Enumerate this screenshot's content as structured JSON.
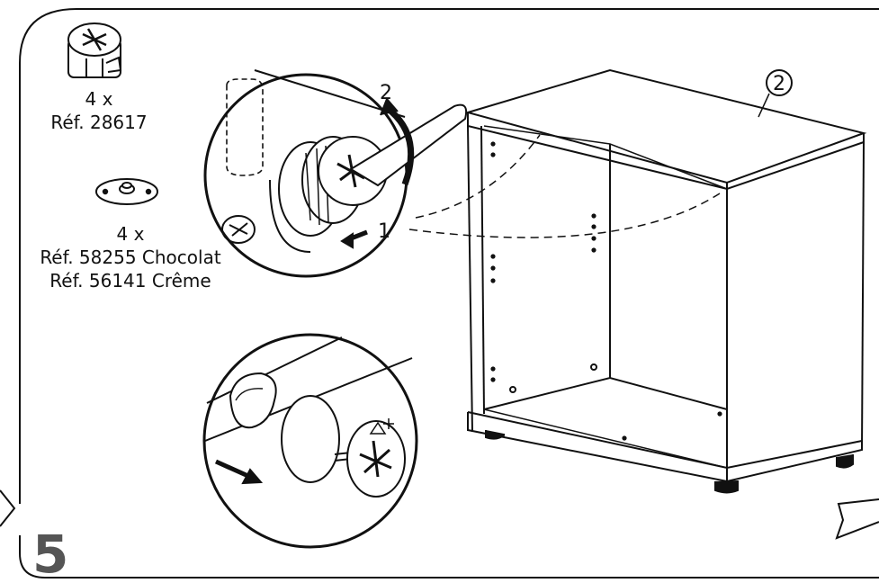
{
  "step": {
    "number": "5"
  },
  "parts": [
    {
      "quantity": "4 x",
      "refs": [
        "Réf. 28617"
      ],
      "icon": "cam-lock-fitting-icon"
    },
    {
      "quantity": "4 x",
      "refs": [
        "Réf. 58255 Chocolat",
        "Réf. 56141 Crême"
      ],
      "icon": "cover-cap-icon"
    }
  ],
  "detail_top": {
    "arrow_labels": [
      "2",
      "1"
    ],
    "icon": "screwdriver-cam-detail-icon"
  },
  "detail_bottom": {
    "icon": "cover-cap-detail-icon"
  },
  "cabinet": {
    "panel_callout": "2"
  },
  "colors": {
    "line": "#111111",
    "step_number": "#555555",
    "background": "#ffffff"
  }
}
